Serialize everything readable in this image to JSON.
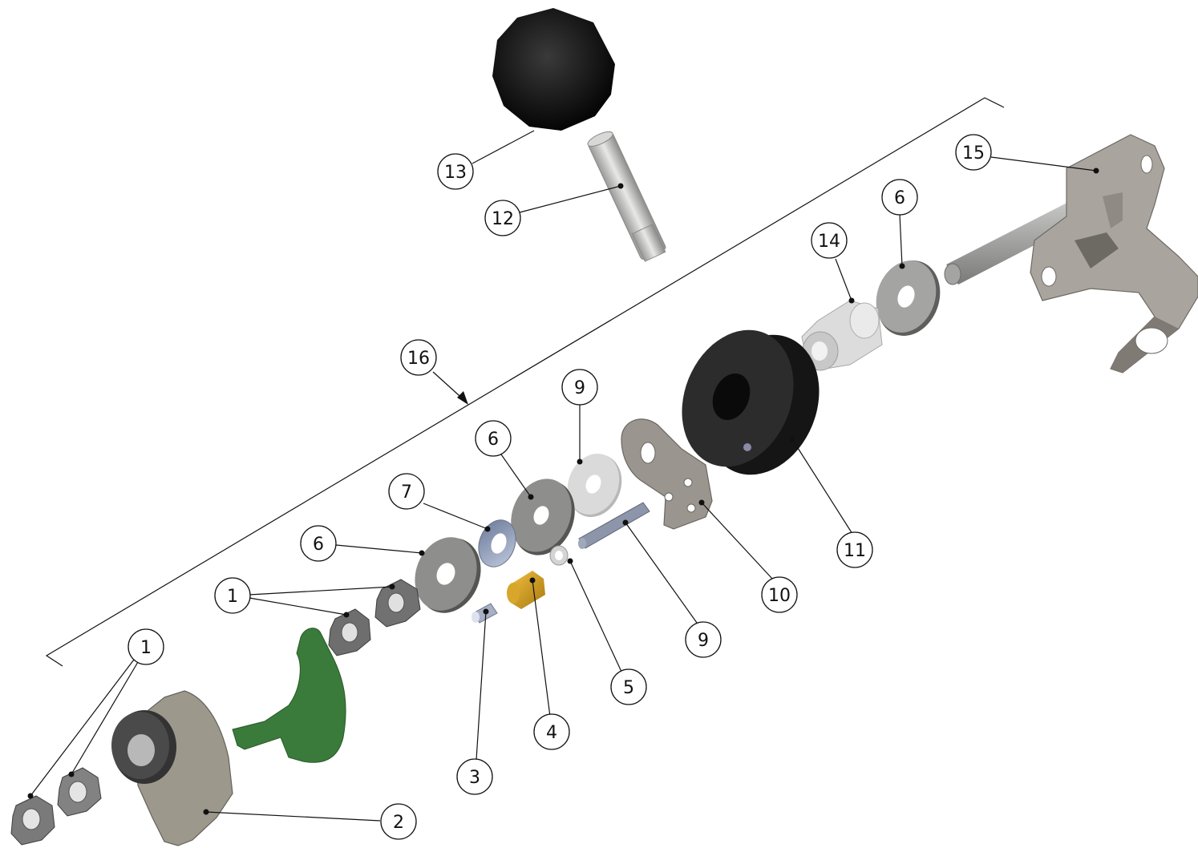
{
  "diagram": {
    "callouts": [
      {
        "id": "c1a",
        "label": "1"
      },
      {
        "id": "c1b",
        "label": "1"
      },
      {
        "id": "c2",
        "label": "2"
      },
      {
        "id": "c3",
        "label": "3"
      },
      {
        "id": "c4",
        "label": "4"
      },
      {
        "id": "c5",
        "label": "5"
      },
      {
        "id": "c6a",
        "label": "6"
      },
      {
        "id": "c6b",
        "label": "6"
      },
      {
        "id": "c6c",
        "label": "6"
      },
      {
        "id": "c7",
        "label": "7"
      },
      {
        "id": "c9a",
        "label": "9"
      },
      {
        "id": "c9b",
        "label": "9"
      },
      {
        "id": "c10",
        "label": "10"
      },
      {
        "id": "c11",
        "label": "11"
      },
      {
        "id": "c12",
        "label": "12"
      },
      {
        "id": "c13",
        "label": "13"
      },
      {
        "id": "c14",
        "label": "14"
      },
      {
        "id": "c15",
        "label": "15"
      },
      {
        "id": "c16",
        "label": "16"
      }
    ],
    "colors": {
      "steel": "#a9a9a6",
      "steel_dark": "#6c6c69",
      "casting": "#9c988c",
      "green_part": "#3a7a3a",
      "brass": "#d9a520",
      "black_part": "#1e1e1e",
      "light_part": "#d6d6d6"
    }
  }
}
